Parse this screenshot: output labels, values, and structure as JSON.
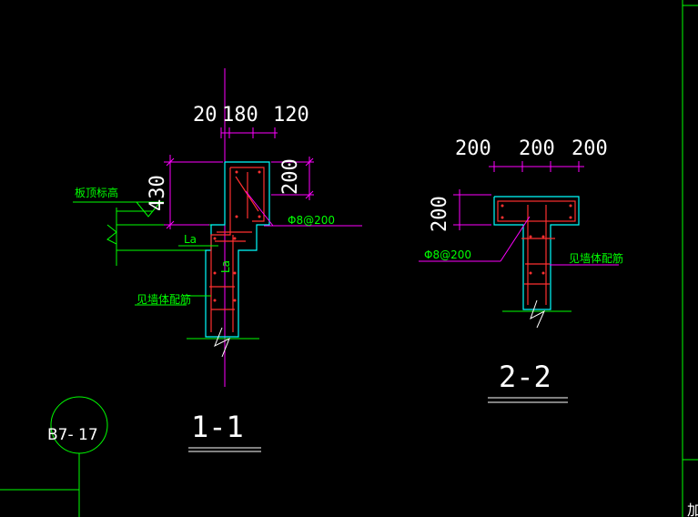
{
  "drawing": {
    "colors": {
      "background": "#000000",
      "frame": "#00ff00",
      "concrete_outline": "#00ffff",
      "dimension": "#ff00ff",
      "rebar": "#ff3030",
      "axis": "#ff00ff",
      "text": "#ffffff",
      "label": "#00ff00"
    },
    "section_1": {
      "title": "1-1",
      "top_dims": [
        "20",
        "180",
        "120"
      ],
      "height_dims": [
        "430",
        "200"
      ],
      "label_slab_level": "板顶标高",
      "label_anchor_horizontal": "La",
      "label_anchor_vertical": "La",
      "label_rebar": "Φ8@200",
      "label_wall": "见墙体配筋"
    },
    "section_2": {
      "title": "2-2",
      "top_dims": [
        "200",
        "200",
        "200"
      ],
      "height_dim": "200",
      "label_rebar": "Φ8@200",
      "label_wall": "见墙体配筋"
    },
    "detail_bubble": {
      "text": "B7- 17"
    },
    "corner_text": "加"
  }
}
